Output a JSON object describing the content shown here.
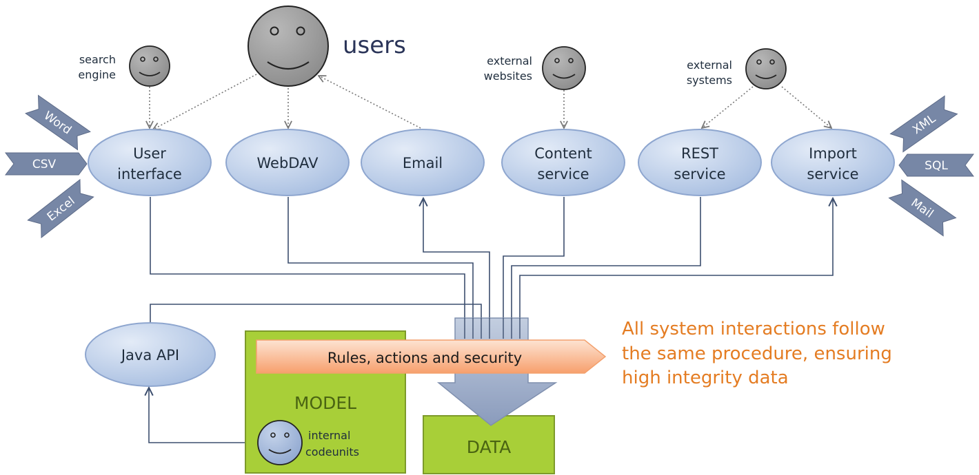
{
  "actors": {
    "users": "users",
    "search_engine": [
      "search",
      "engine"
    ],
    "external_websites": [
      "external",
      "websites"
    ],
    "external_systems": [
      "external",
      "systems"
    ],
    "internal_codeunits": [
      "internal",
      "codeunits"
    ]
  },
  "services": {
    "user_interface": [
      "User",
      "interface"
    ],
    "webdav": [
      "WebDAV"
    ],
    "email": [
      "Email"
    ],
    "content_service": [
      "Content",
      "service"
    ],
    "rest_service": [
      "REST",
      "service"
    ],
    "import_service": [
      "Import",
      "service"
    ],
    "java_api": [
      "Java API"
    ]
  },
  "formats": {
    "word": "Word",
    "csv": "CSV",
    "excel": "Excel",
    "xml": "XML",
    "sql": "SQL",
    "mail": "Mail"
  },
  "rules_bar": "Rules, actions and security",
  "model_label": "MODEL",
  "data_label": "DATA",
  "note": [
    "All system interactions follow",
    "the same procedure, ensuring",
    "high integrity data"
  ],
  "colors": {
    "ellipse_fill_light": "#dce6f4",
    "ellipse_fill_dark": "#a9bfe0",
    "ellipse_stroke": "#8ea6cf",
    "line": "#3c4e6e",
    "green_box": "#a8cf38",
    "green_stroke": "#7d9a2a",
    "tag": "#7787a6",
    "note": "#e47c22",
    "rules_bar": "#f9a777"
  }
}
